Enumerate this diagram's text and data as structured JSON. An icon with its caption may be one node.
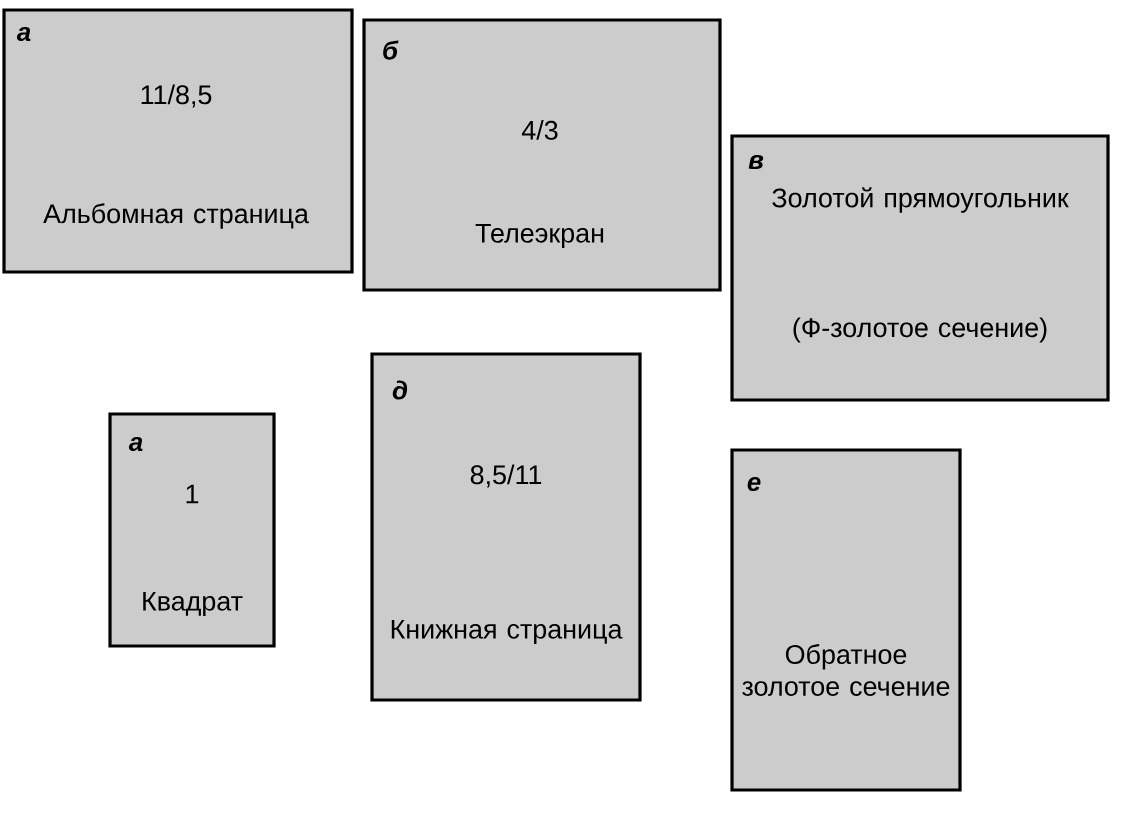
{
  "diagram": {
    "nodes": [
      {
        "text": [
          "а",
          "11/8,5",
          "Альбомная страница"
        ]
      },
      {
        "text": [
          "б",
          "4/3",
          "Телеэкран"
        ]
      },
      {
        "text": [
          "в",
          "Золотой прямоугольник",
          "(Ф-золотое сечение)"
        ]
      },
      {
        "text": [
          "а",
          "1",
          "Квадрат"
        ]
      },
      {
        "text": [
          "д",
          "8,5/11",
          "Книжная страница"
        ]
      },
      {
        "text": [
          "е",
          "Обратное золотое сечение"
        ]
      }
    ]
  }
}
